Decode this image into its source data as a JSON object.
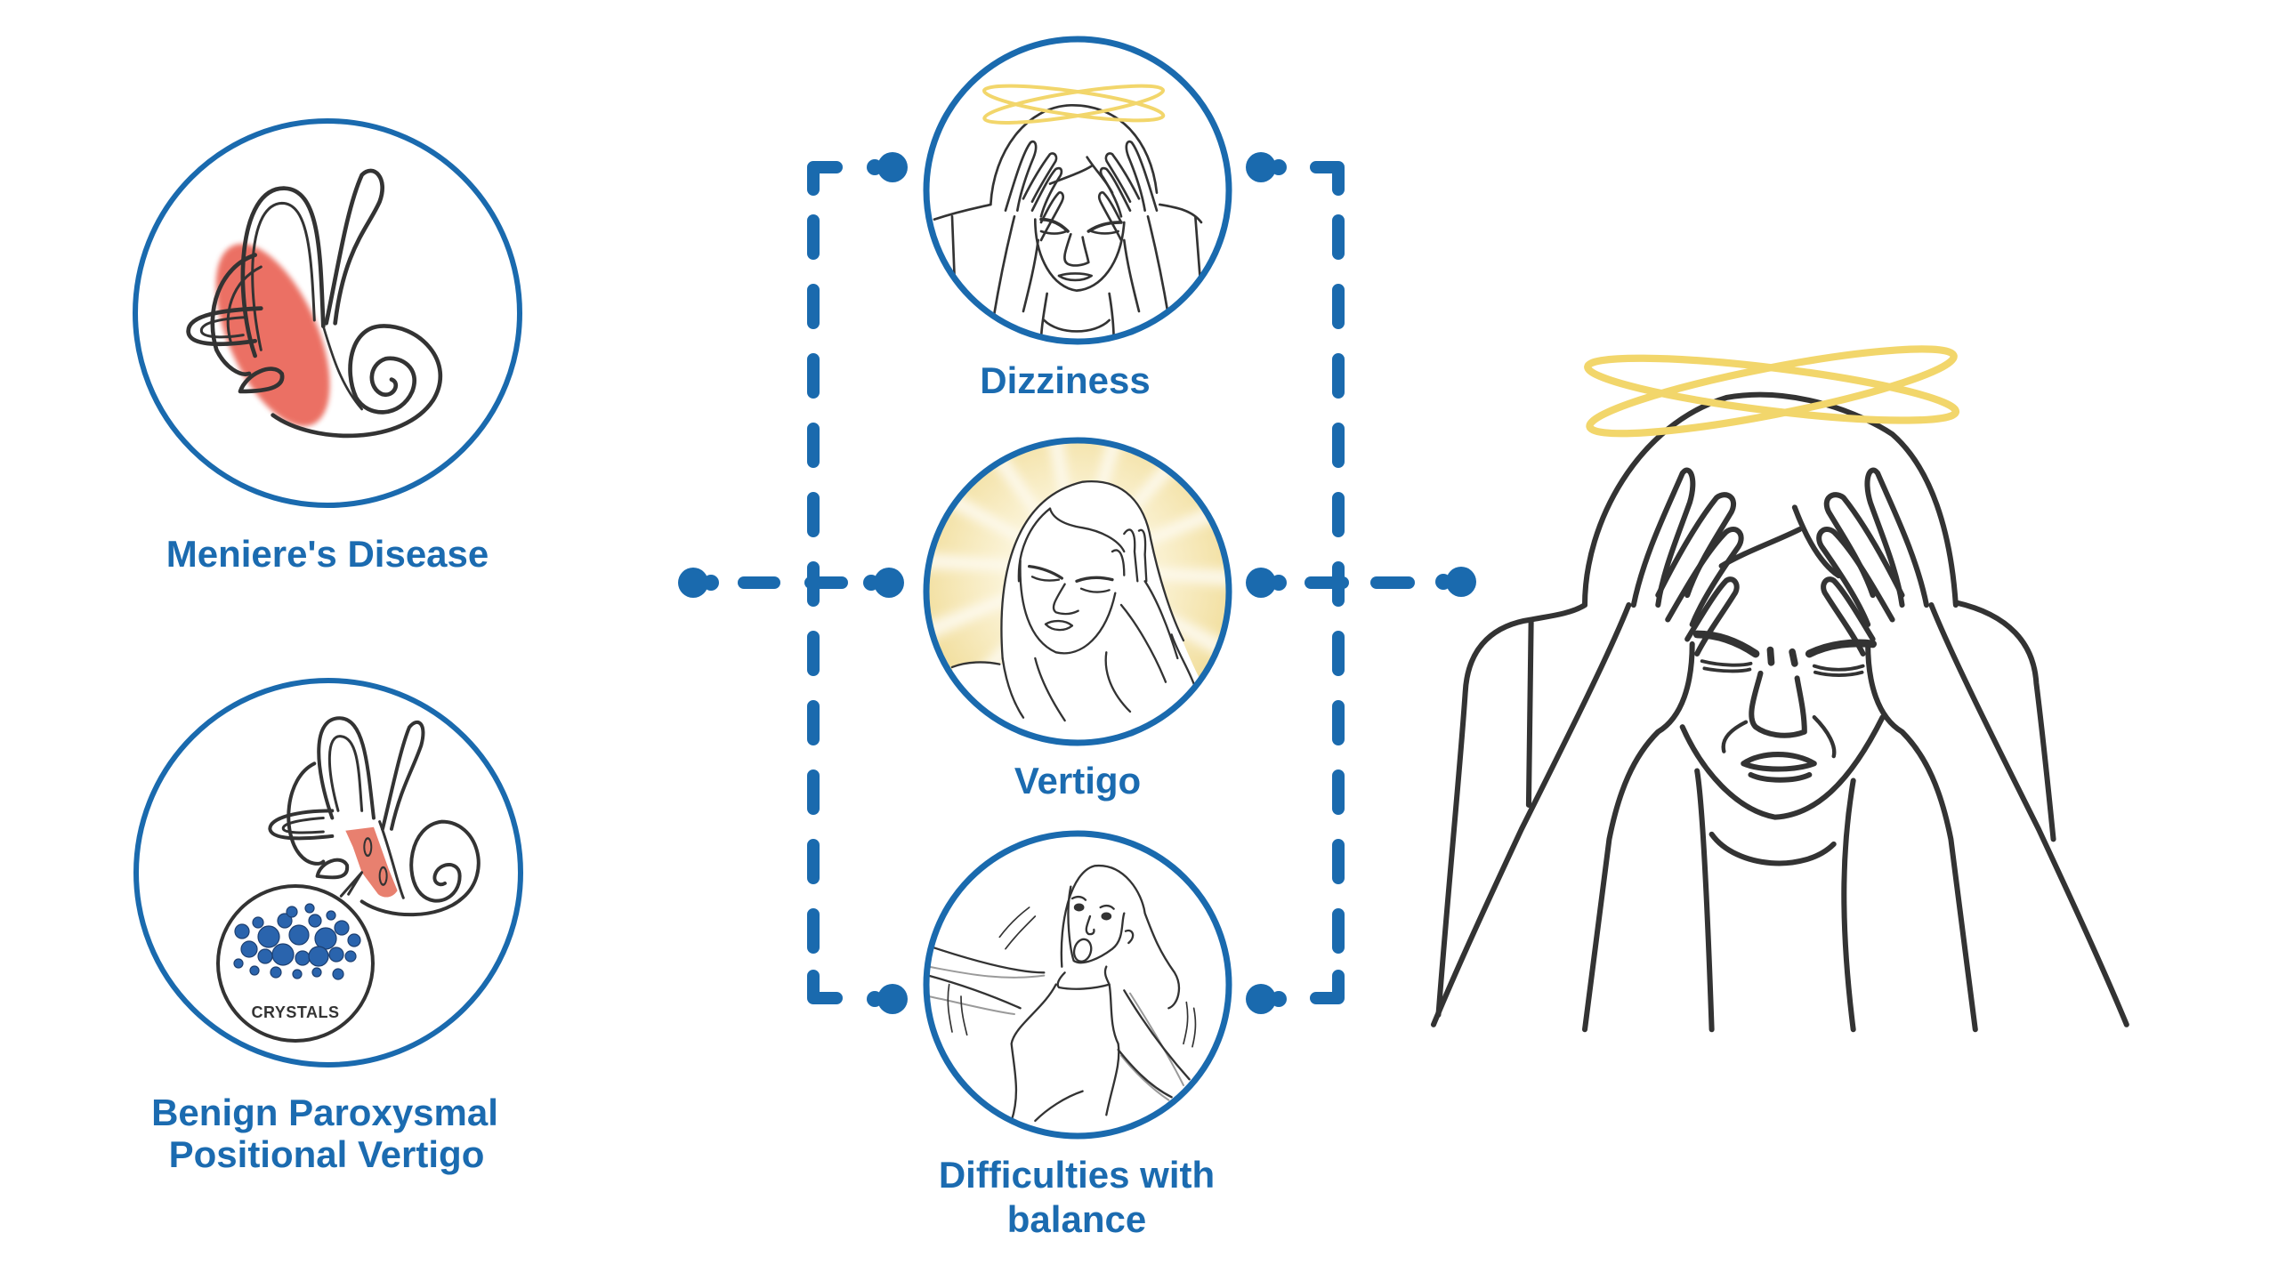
{
  "diagram": {
    "title_hidden": "",
    "causes": [
      {
        "id": "menieres-disease",
        "lines": [
          "Meniere's Disease"
        ],
        "illustration": "inner-ear-inflamed-icon"
      },
      {
        "id": "bppv",
        "lines": [
          "Benign Paroxysmal",
          "Positional Vertigo"
        ],
        "illustration": "inner-ear-crystals-icon",
        "inset_label": "CRYSTALS"
      }
    ],
    "symptoms": [
      {
        "id": "dizziness",
        "lines": [
          "Dizziness"
        ],
        "illustration": "woman-holding-head-halo-icon"
      },
      {
        "id": "vertigo",
        "lines": [
          "Vertigo"
        ],
        "illustration": "woman-hand-on-temple-icon"
      },
      {
        "id": "balance",
        "lines": [
          "Difficulties with",
          "balance"
        ],
        "illustration": "woman-losing-balance-icon"
      }
    ],
    "result_illustration": "woman-dizzy-holding-head-icon",
    "flow": [
      "causes",
      "symptoms",
      "result"
    ]
  },
  "colors": {
    "brand_blue": "#1a6aae",
    "label_blue": "#1b6bb0",
    "line_art": "#333333",
    "halo_yellow": "#f2d66b",
    "inflammation_red": "#e8594a",
    "crystal_blue": "#2a64ad",
    "sunburst_yellow": "#f1dd9a"
  }
}
